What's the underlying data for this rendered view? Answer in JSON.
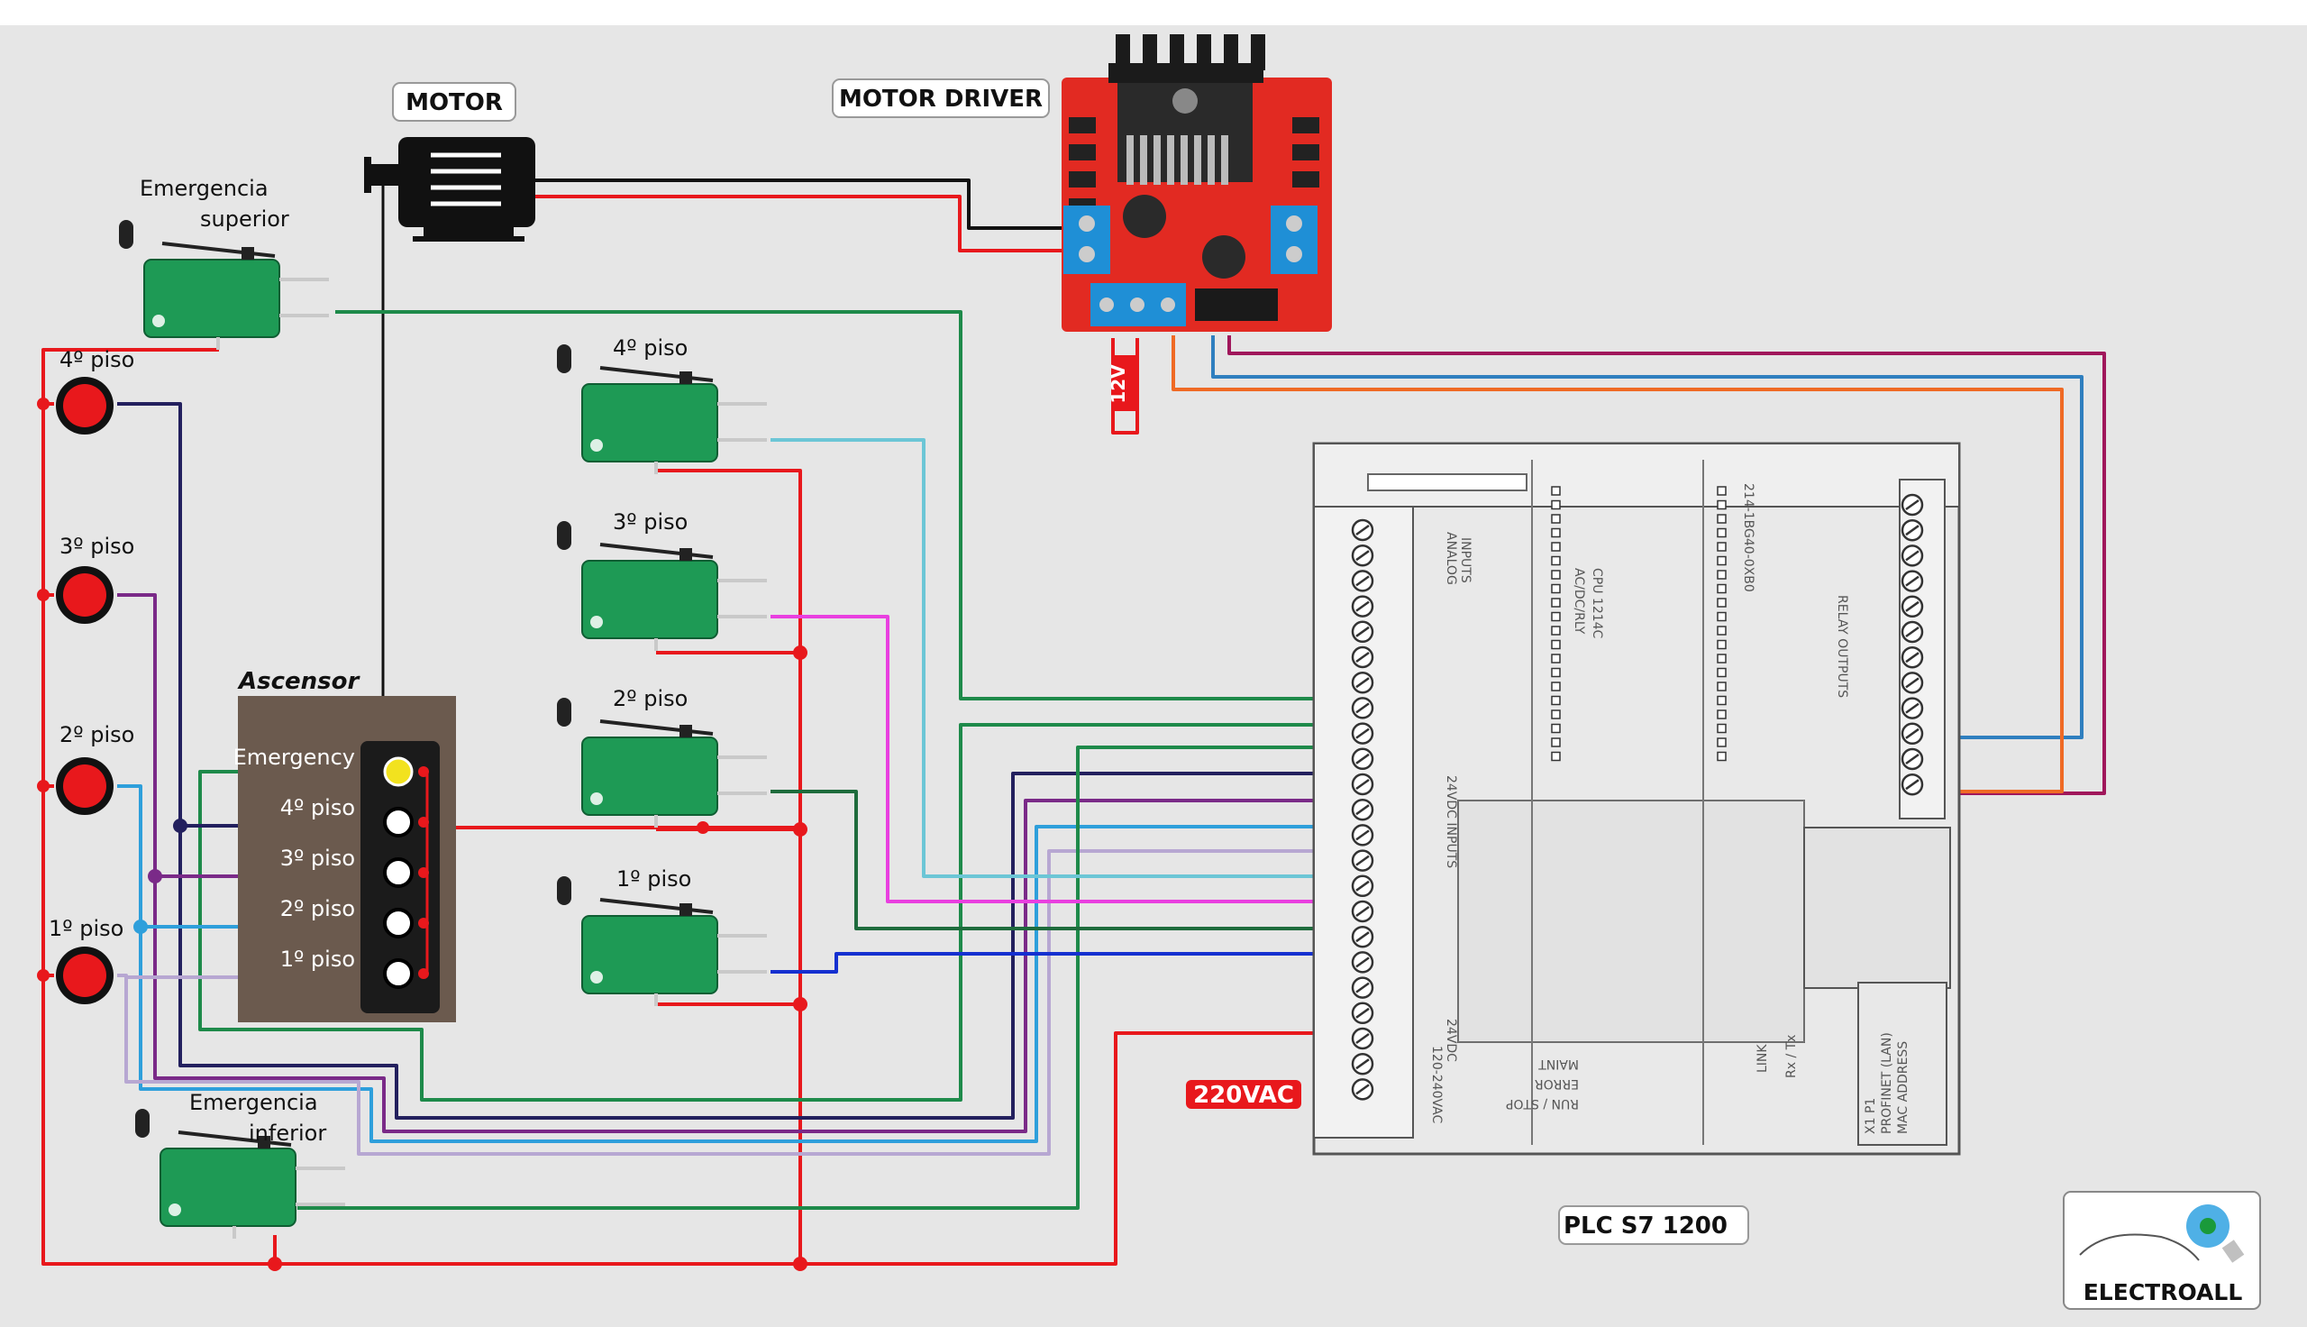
{
  "labels": {
    "motor": "MOTOR",
    "motor_driver": "MOTOR DRIVER",
    "ascensor": "Ascensor",
    "plc": "PLC S7 1200",
    "vac": "220VAC",
    "v12": "12V",
    "brand": "ELECTROALL",
    "emerg_sup_1": "Emergencia",
    "emerg_sup_2": "superior",
    "emerg_inf_1": "Emergencia",
    "emerg_inf_2": "inferior"
  },
  "buttons": [
    "4º piso",
    "3º piso",
    "2º piso",
    "1º piso"
  ],
  "floor_switches": [
    "4º piso",
    "3º piso",
    "2º piso",
    "1º piso"
  ],
  "ascensor_rows": [
    "Emergency",
    "4º piso",
    "3º piso",
    "2º piso",
    "1º piso"
  ],
  "plc_text": {
    "cpu": "CPU 1214C",
    "cpu2": "AC/DC/RLY",
    "part": "214-1BG40-0XB0",
    "analog": "ANALOG",
    "inputs": "INPUTS",
    "dc_inputs": "24VDC INPUTS",
    "relay": "RELAY OUTPUTS",
    "run": "RUN / STOP",
    "error": "ERROR",
    "maint": "MAINT",
    "link": "LINK",
    "rxtx": "Rx / Tx",
    "profinet": "PROFINET (LAN)",
    "mac": "MAC ADDRESS",
    "x1p1": "X1 P1",
    "power": "120-240VAC",
    "vdc": "24VDC"
  },
  "colors": {
    "red": "#e8181c",
    "black": "#111111",
    "green": "#1e8a4a",
    "navy": "#23205e",
    "purple": "#7a2a88",
    "blue": "#2e9fdb",
    "lavender": "#b7a7d2",
    "cyan": "#6cc6d6",
    "magenta": "#e93fe0",
    "darkgreen": "#1e6b3c",
    "royal": "#1530d0",
    "maroon": "#a0175b",
    "orange": "#ef6a25",
    "steel": "#2f7fbf"
  }
}
